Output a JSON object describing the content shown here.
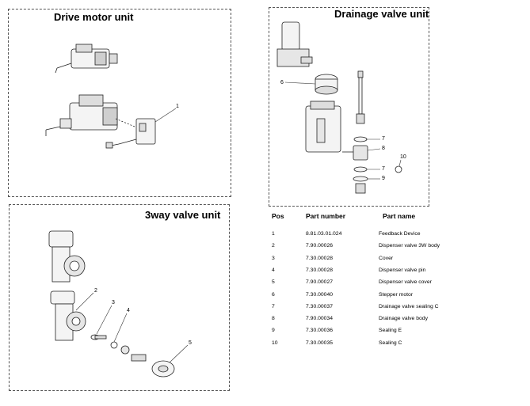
{
  "panels": {
    "drive_motor": {
      "title": "Drive motor unit",
      "callouts": [
        "1"
      ]
    },
    "drainage_valve": {
      "title": "Drainage valve unit",
      "callouts": [
        "6",
        "7",
        "8",
        "7",
        "9",
        "10"
      ]
    },
    "three_way_valve": {
      "title": "3way valve unit",
      "callouts": [
        "2",
        "3",
        "4",
        "5"
      ]
    }
  },
  "parts_table": {
    "headers": {
      "pos": "Pos",
      "part_number": "Part number",
      "part_name": "Part name"
    },
    "rows": [
      {
        "pos": "1",
        "part_number": "8.81.03.01.024",
        "part_name": "Feedback Device"
      },
      {
        "pos": "2",
        "part_number": "7.90.00026",
        "part_name": "Dispenser valve 3W body"
      },
      {
        "pos": "3",
        "part_number": "7.30.00028",
        "part_name": "Cover"
      },
      {
        "pos": "4",
        "part_number": "7.30.00028",
        "part_name": "Dispenser valve pin"
      },
      {
        "pos": "5",
        "part_number": "7.90.00027",
        "part_name": "Dispenser valve cover"
      },
      {
        "pos": "6",
        "part_number": "7.30.00040",
        "part_name": "Stepper motor"
      },
      {
        "pos": "7",
        "part_number": "7.30.00037",
        "part_name": "Drainage valve sealing C"
      },
      {
        "pos": "8",
        "part_number": "7.90.00034",
        "part_name": "Drainage valve body"
      },
      {
        "pos": "9",
        "part_number": "7.30.00036",
        "part_name": "Sealing E"
      },
      {
        "pos": "10",
        "part_number": "7.30.00035",
        "part_name": "Sealing C"
      }
    ]
  }
}
